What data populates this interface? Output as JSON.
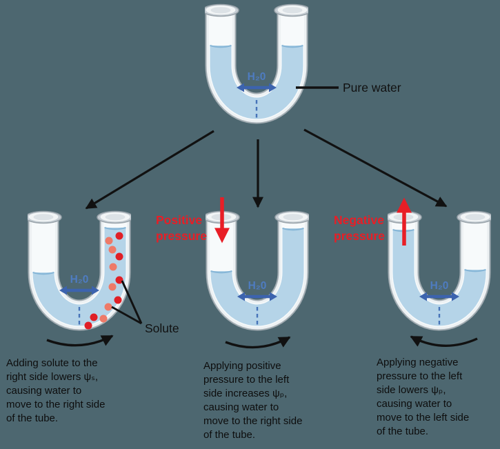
{
  "figure": {
    "background_color": "#4d6770",
    "colors": {
      "water": "#b5d4e8",
      "glass": "#edf1f3",
      "tube_outline": "#a3adb3",
      "h2o_label_blue": "#4e7cc1",
      "h2o_arrow_blue": "#3c63ae",
      "pressure_red": "#e81e26",
      "solute_dot_red": "#e01f26",
      "solute_dot_salmon": "#ee7a68",
      "annotation_black": "#111111",
      "dashed_line_blue": "#4673b8"
    },
    "top_tube": {
      "h2o_label": "H₂0",
      "annotation": "Pure water"
    },
    "solute_tube": {
      "h2o_label": "H₂0",
      "solute_label": "Solute",
      "solute_dot_count": 12,
      "caption": "Adding solute to the right side lowers ψₛ, causing water to move to the right side of the tube."
    },
    "positive_tube": {
      "pressure_label": "Positive pressure",
      "h2o_label": "H₂0",
      "caption": "Applying positive pressure to the left side increases ψₚ, causing water to move to the right side of the tube."
    },
    "negative_tube": {
      "pressure_label": "Negative pressure",
      "h2o_label": "H₂0",
      "caption": "Applying negative pressure to the left side lowers ψₚ, causing water to move to the left side of the tube."
    }
  }
}
